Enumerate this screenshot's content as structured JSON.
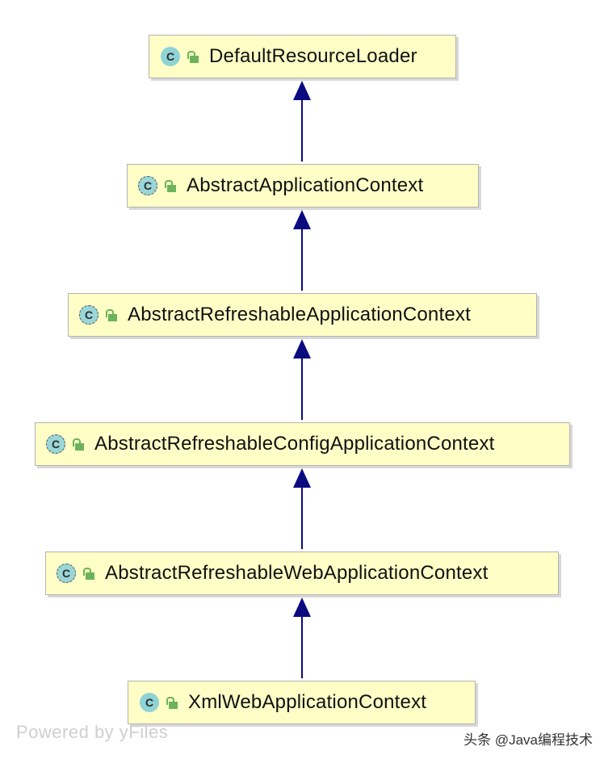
{
  "nodes": [
    {
      "label": "DefaultResourceLoader",
      "kind": "class",
      "icon": "class-icon",
      "visibility": "public"
    },
    {
      "label": "AbstractApplicationContext",
      "kind": "abstract-class",
      "icon": "abstract-class-icon",
      "visibility": "public"
    },
    {
      "label": "AbstractRefreshableApplicationContext",
      "kind": "abstract-class",
      "icon": "abstract-class-icon",
      "visibility": "public"
    },
    {
      "label": "AbstractRefreshableConfigApplicationContext",
      "kind": "abstract-class",
      "icon": "abstract-class-icon",
      "visibility": "public"
    },
    {
      "label": "AbstractRefreshableWebApplicationContext",
      "kind": "abstract-class",
      "icon": "abstract-class-icon",
      "visibility": "public"
    },
    {
      "label": "XmlWebApplicationContext",
      "kind": "class",
      "icon": "class-icon",
      "visibility": "public"
    }
  ],
  "icon_letter": "C",
  "edges": [
    {
      "from": "AbstractApplicationContext",
      "to": "DefaultResourceLoader",
      "type": "extends"
    },
    {
      "from": "AbstractRefreshableApplicationContext",
      "to": "AbstractApplicationContext",
      "type": "extends"
    },
    {
      "from": "AbstractRefreshableConfigApplicationContext",
      "to": "AbstractRefreshableApplicationContext",
      "type": "extends"
    },
    {
      "from": "AbstractRefreshableWebApplicationContext",
      "to": "AbstractRefreshableConfigApplicationContext",
      "type": "extends"
    },
    {
      "from": "XmlWebApplicationContext",
      "to": "AbstractRefreshableWebApplicationContext",
      "type": "extends"
    }
  ],
  "colors": {
    "node_fill": "#fefec6",
    "arrow": "#0b0b80",
    "class_icon": "#8fd3d6",
    "lock": "#6cb35b"
  },
  "footer": {
    "powered_by": "Powered by yFiles",
    "source": "头条 @Java编程技术"
  }
}
